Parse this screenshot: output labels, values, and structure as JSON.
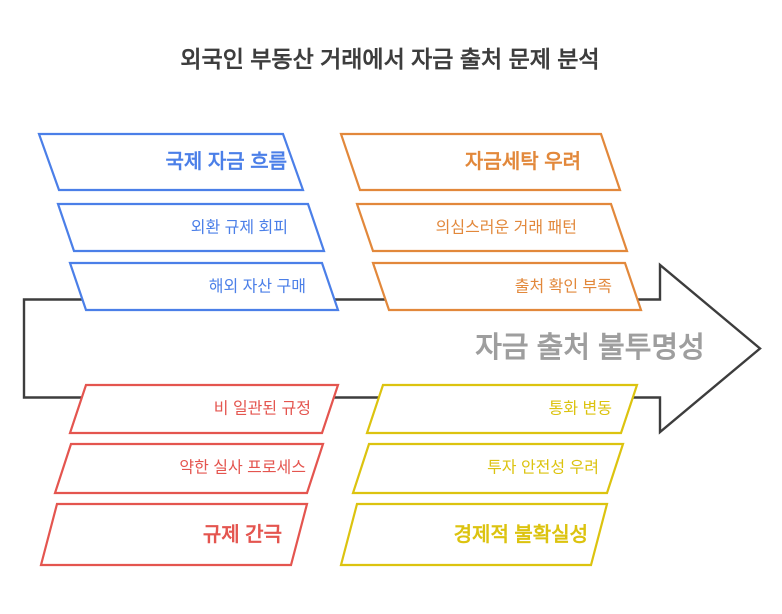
{
  "title": "외국인 부동산 거래에서 자금 출처 문제 분석",
  "center_label": "자금 출처 불투명성",
  "colors": {
    "blue": "#4B7FE8",
    "orange": "#E2883B",
    "red": "#E4554F",
    "yellow": "#DCC30F",
    "arrow": "#3D3D3D",
    "title_text": "#3D3D3D",
    "center_text": "#9E9E9E"
  },
  "groups": [
    {
      "name": "국제 자금 흐름",
      "color": "blue",
      "position": "top-left",
      "items": [
        "외환 규제 회피",
        "해외 자산 구매"
      ]
    },
    {
      "name": "자금세탁 우려",
      "color": "orange",
      "position": "top-right",
      "items": [
        "의심스러운 거래 패턴",
        "출처 확인 부족"
      ]
    },
    {
      "name": "규제 간극",
      "color": "red",
      "position": "bottom-left",
      "items": [
        "비 일관된 규정",
        "약한 실사 프로세스"
      ]
    },
    {
      "name": "경제적 불확실성",
      "color": "yellow",
      "position": "bottom-right",
      "items": [
        "통화 변동",
        "투자 안전성 우려"
      ]
    }
  ]
}
